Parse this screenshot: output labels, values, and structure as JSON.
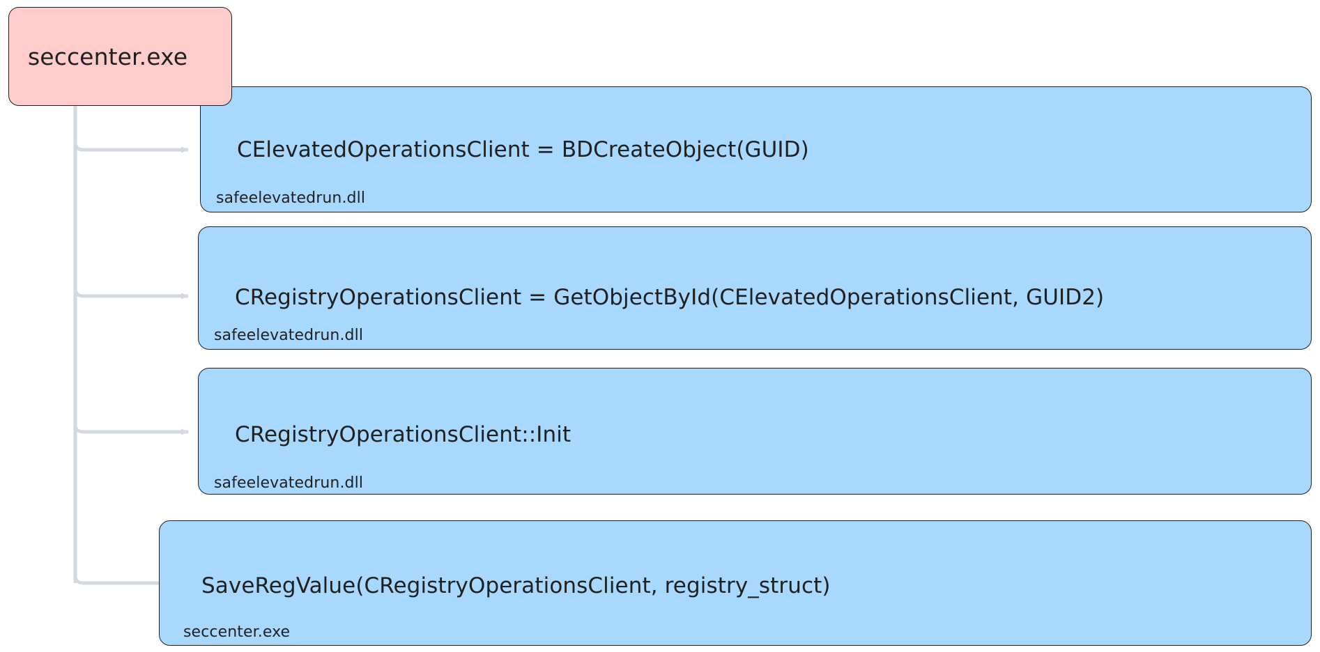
{
  "diagram": {
    "type": "call-flow",
    "background_color": "#ffffff",
    "root": {
      "label": "seccenter.exe",
      "fill": "#ffcccc",
      "stroke": "#1f1f1f"
    },
    "edge": {
      "color": "#d3d9de",
      "style": "elbow-with-arrowhead",
      "count": 4
    },
    "nodes": [
      {
        "title": "CElevatedOperationsClient = BDCreateObject(GUID)",
        "module": "safeelevatedrun.dll",
        "fill": "#a8d8fd",
        "stroke": "#1f1f1f"
      },
      {
        "title": "CRegistryOperationsClient = GetObjectById(CElevatedOperationsClient, GUID2)",
        "module": "safeelevatedrun.dll",
        "fill": "#a8d8fd",
        "stroke": "#1f1f1f"
      },
      {
        "title": "CRegistryOperationsClient::Init",
        "module": "safeelevatedrun.dll",
        "fill": "#a8d8fd",
        "stroke": "#1f1f1f"
      },
      {
        "title": "SaveRegValue(CRegistryOperationsClient, registry_struct)",
        "module": "seccenter.exe",
        "fill": "#a8d8fd",
        "stroke": "#1f1f1f"
      }
    ]
  }
}
